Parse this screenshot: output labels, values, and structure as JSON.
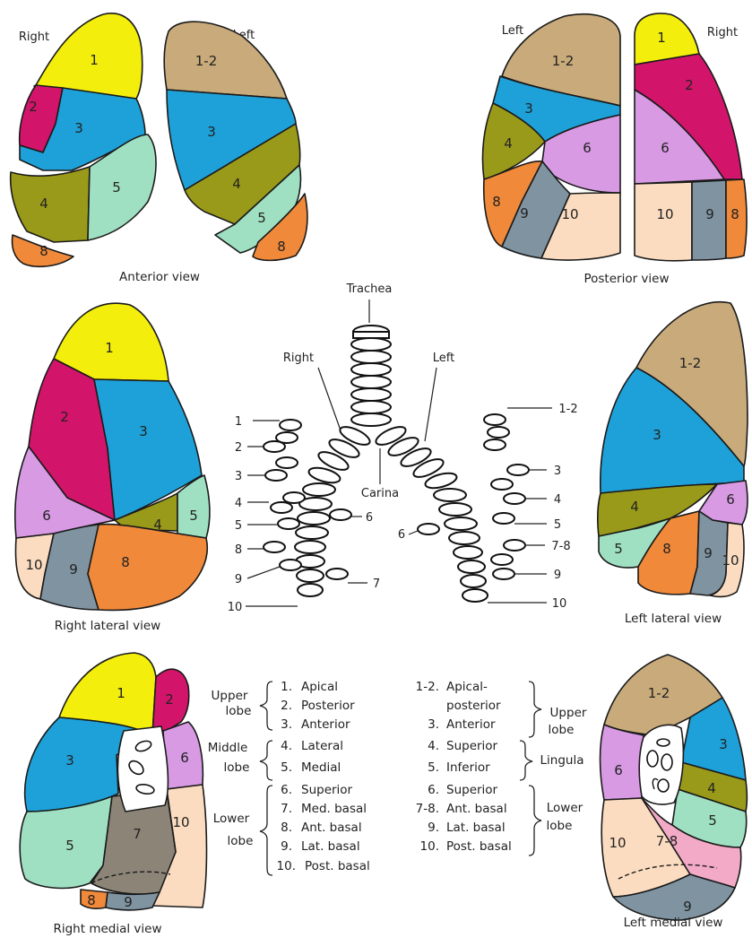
{
  "colors": {
    "yellow": "#f3ee0c",
    "magenta": "#d2156a",
    "cyan": "#1ea1d8",
    "olive": "#9a9a1a",
    "mint": "#9fe0c2",
    "orange": "#f0893a",
    "gray": "#7f93a1",
    "peach": "#fbdcc0",
    "violet": "#d79ae3",
    "tan": "#c8aa7b",
    "pink": "#f2aac6",
    "taupe": "#8c8577"
  },
  "views": {
    "anterior": {
      "caption": "Anterior view",
      "side_right": "Right",
      "side_left": "Left",
      "segments": [
        "1",
        "2",
        "3",
        "4",
        "5",
        "8",
        "1-2",
        "3",
        "4",
        "5",
        "8"
      ]
    },
    "posterior": {
      "caption": "Posterior view",
      "side_left": "Left",
      "side_right": "Right",
      "segments": [
        "1-2",
        "3",
        "4",
        "6",
        "8",
        "9",
        "10",
        "1",
        "2",
        "6",
        "10",
        "9",
        "8"
      ]
    },
    "right_lateral": {
      "caption": "Right lateral view",
      "segments": [
        "1",
        "2",
        "3",
        "6",
        "4",
        "5",
        "10",
        "9",
        "8"
      ]
    },
    "left_lateral": {
      "caption": "Left lateral view",
      "segments": [
        "1-2",
        "3",
        "4",
        "6",
        "5",
        "8",
        "9",
        "10"
      ]
    },
    "right_medial": {
      "caption": "Right medial view",
      "segments": [
        "1",
        "2",
        "3",
        "6",
        "10",
        "5",
        "7",
        "8",
        "9"
      ]
    },
    "left_medial": {
      "caption": "Left medial view",
      "segments": [
        "1-2",
        "3",
        "6",
        "4",
        "5",
        "10",
        "7-8",
        "9"
      ]
    }
  },
  "bronchi": {
    "trachea": "Trachea",
    "right": "Right",
    "left": "Left",
    "carina": "Carina",
    "right_branches": [
      "1",
      "2",
      "3",
      "4",
      "5",
      "8",
      "9",
      "10",
      "6",
      "7"
    ],
    "left_branches": [
      "1-2",
      "3",
      "4",
      "5",
      "7-8",
      "9",
      "10",
      "6"
    ]
  },
  "key": {
    "right": {
      "groups": [
        {
          "line1": "Upper",
          "line2": "lobe"
        },
        {
          "line1": "Middle",
          "line2": "lobe"
        },
        {
          "line1": "Lower",
          "line2": "lobe"
        }
      ],
      "items": [
        {
          "num": "1.",
          "name": "Apical"
        },
        {
          "num": "2.",
          "name": "Posterior"
        },
        {
          "num": "3.",
          "name": "Anterior"
        },
        {
          "num": "4.",
          "name": "Lateral"
        },
        {
          "num": "5.",
          "name": "Medial"
        },
        {
          "num": "6.",
          "name": "Superior"
        },
        {
          "num": "7.",
          "name": "Med. basal"
        },
        {
          "num": "8.",
          "name": "Ant. basal"
        },
        {
          "num": "9.",
          "name": "Lat. basal"
        },
        {
          "num": "10.",
          "name": "Post. basal"
        }
      ]
    },
    "left": {
      "items": [
        {
          "num": "1-2.",
          "name": "Apical-"
        },
        {
          "num": "",
          "name": "posterior"
        },
        {
          "num": "3.",
          "name": "Anterior"
        },
        {
          "num": "4.",
          "name": "Superior"
        },
        {
          "num": "5.",
          "name": "Inferior"
        },
        {
          "num": "6.",
          "name": "Superior"
        },
        {
          "num": "7-8.",
          "name": "Ant. basal"
        },
        {
          "num": "9.",
          "name": "Lat. basal"
        },
        {
          "num": "10.",
          "name": "Post. basal"
        }
      ],
      "groups": [
        {
          "line1": "Upper",
          "line2": "lobe"
        },
        {
          "line1": "Lingula",
          "line2": ""
        },
        {
          "line1": "Lower",
          "line2": "lobe"
        }
      ]
    }
  }
}
